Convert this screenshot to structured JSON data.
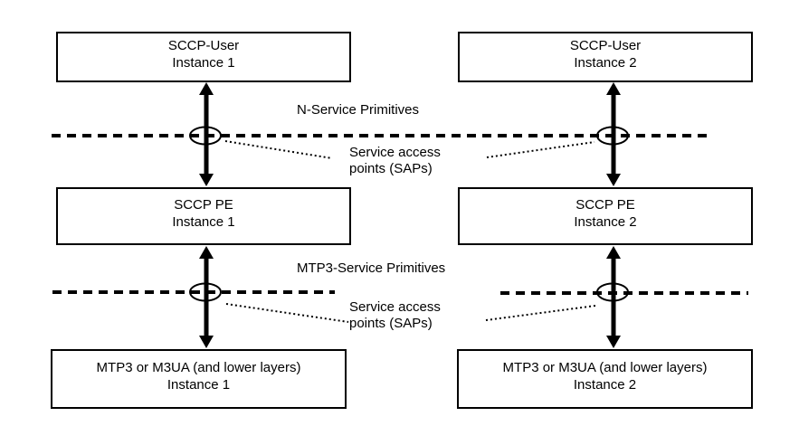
{
  "diagram": {
    "colors": {
      "background": "#ffffff",
      "line": "#000000",
      "text": "#000000"
    },
    "boxes": [
      {
        "id": "sccp-user-1",
        "line1": "SCCP-User",
        "line2": "Instance 1"
      },
      {
        "id": "sccp-user-2",
        "line1": "SCCP-User",
        "line2": "Instance 2"
      },
      {
        "id": "sccp-pe-1",
        "line1": "SCCP PE",
        "line2": "Instance 1"
      },
      {
        "id": "sccp-pe-2",
        "line1": "SCCP PE",
        "line2": "Instance 2"
      },
      {
        "id": "mtp3-1",
        "line1": "MTP3 or M3UA (and lower layers)",
        "line2": "Instance 1"
      },
      {
        "id": "mtp3-2",
        "line1": "MTP3 or M3UA (and lower layers)",
        "line2": "Instance 2"
      }
    ],
    "labels": {
      "n_service": "N-Service Primitives",
      "mtp3_service": "MTP3-Service Primitives",
      "sap_line1": "Service access",
      "sap_line2": "points (SAPs)"
    }
  }
}
